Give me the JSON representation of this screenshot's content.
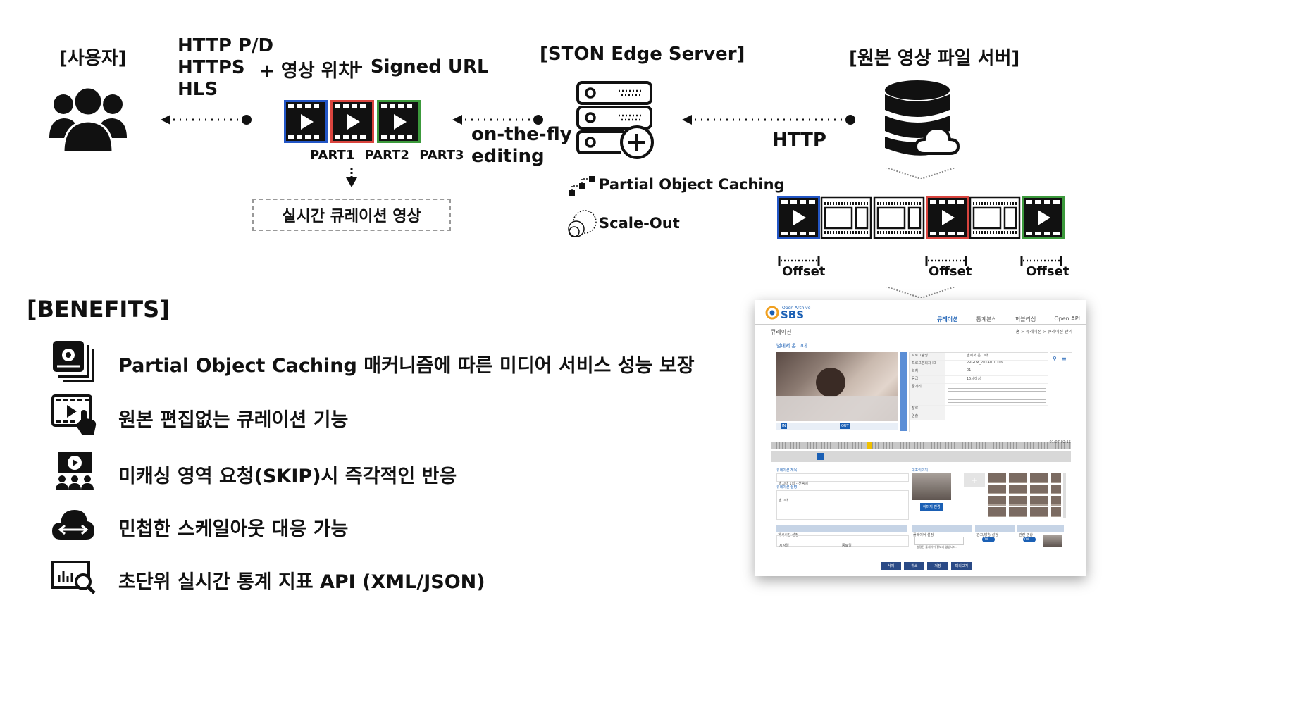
{
  "user": {
    "label": "[사용자]"
  },
  "protocols": [
    "HTTP P/D",
    "HTTPS",
    "HLS"
  ],
  "params": {
    "plus1": "+  영상 위치",
    "plus2": "+ Signed URL"
  },
  "parts": [
    "PART1",
    "PART2",
    "PART3"
  ],
  "part_colors": [
    "#2356c6",
    "#d9443e",
    "#3c9a3c"
  ],
  "fly": {
    "line1": "on-the-fly",
    "line2": "editing"
  },
  "curation_box": "실시간 큐레이션 영상",
  "edge": {
    "label": "[STON Edge Server]",
    "feature1": "Partial Object Caching",
    "feature2": "Scale-Out"
  },
  "http": "HTTP",
  "origin": {
    "label": "[원본 영상 파일 서버]"
  },
  "offsets": [
    "Offset",
    "Offset",
    "Offset"
  ],
  "benefits_title": "[BENEFITS]",
  "benefits": [
    {
      "icon": "gallery-icon",
      "text": "Partial Object Caching 매커니즘에 따른 미디어 서비스 성능 보장"
    },
    {
      "icon": "video-touch-icon",
      "text": "원본 편집없는 큐레이션 기능"
    },
    {
      "icon": "audience-play-icon",
      "text": "미캐싱 영역 요청(SKIP)시 즉각적인 반응"
    },
    {
      "icon": "cloud-arrows-icon",
      "text": "민첩한 스케일아웃 대응 가능"
    },
    {
      "icon": "analytics-icon",
      "text": "초단위 실시간 통계 지표 API (XML/JSON)"
    }
  ],
  "sbs": {
    "archive": "Open Archive",
    "logo": "SBS",
    "nav": [
      "큐레이션",
      "통계분석",
      "퍼블리싱",
      "Open API"
    ],
    "page": "큐레이션",
    "crumb": "홈 > 큐레이션 > 큐레이션 관리",
    "program": "별에서 온 그대",
    "info_labels": [
      "프로그램명",
      "프로그램회차 ID",
      "회차",
      "등급",
      "줄거리",
      "장르",
      "연출"
    ],
    "info_values": [
      "별에서 온 그대",
      "PRGTM_2014010109",
      "01",
      "15세이상",
      "",
      "",
      ""
    ],
    "in_btn": "IN",
    "out_btn": "OUT",
    "timecode": "01:07:02:15",
    "curation_title_label": "큐레이션 제목",
    "curation_title_value": "별그대 1회 - 천송이",
    "curation_desc_label": "큐레이션 설명",
    "curation_desc_value": "별그대",
    "rep_image": "대표이미지",
    "image_change": "이미지 변경",
    "publish_time": "게시시간 설정",
    "start": "시작일",
    "end": "종료일",
    "player_setting": "플레이어 설정",
    "player_select": "설정된 플레이어 정보가 없습니다.",
    "autoplay": "광고/방송 설정",
    "related": "관련 영상",
    "toggle_on": "ON",
    "buttons": [
      "삭제",
      "취소",
      "저장",
      "미리보기"
    ]
  }
}
